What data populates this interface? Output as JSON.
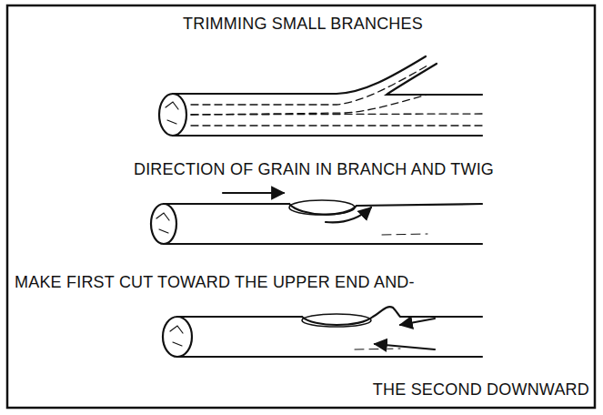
{
  "diagram": {
    "title": "TRIMMING SMALL BRANCHES",
    "labels": [
      "DIRECTION OF GRAIN IN BRANCH AND TWIG",
      "MAKE FIRST CUT TOWARD THE UPPER END AND-",
      "THE SECOND DOWNWARD"
    ]
  }
}
